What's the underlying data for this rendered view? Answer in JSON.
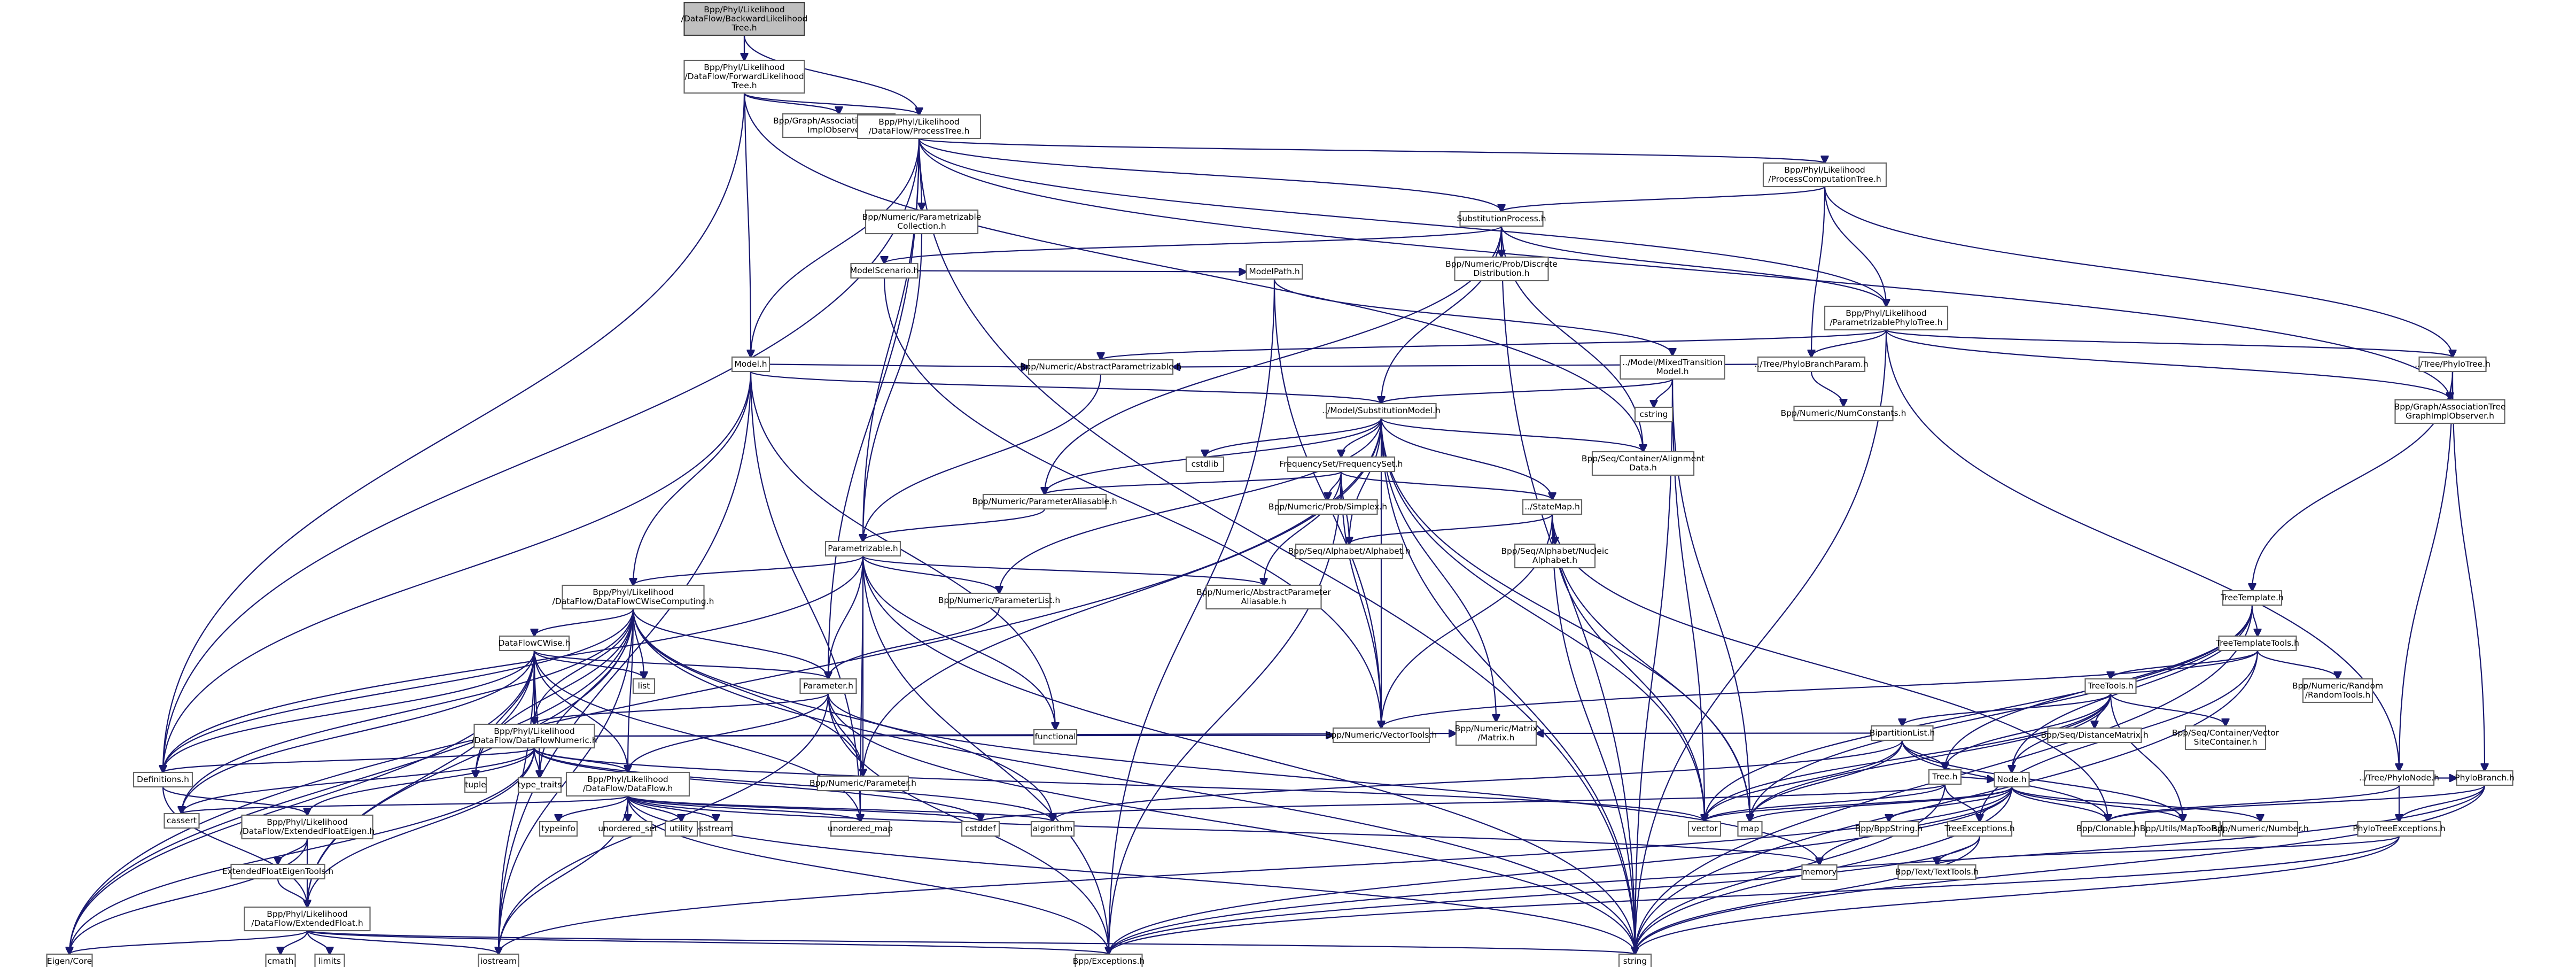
{
  "diagram": {
    "colors": {
      "edge": "#191970",
      "node_border": "#666666",
      "node_fill": "#ffffff",
      "root_fill": "#bfbfbf"
    },
    "nodes": [
      {
        "id": "n00",
        "lines": [
          "Bpp/Phyl/Likelihood",
          "/DataFlow/BackwardLikelihood",
          "Tree.h"
        ],
        "root": true
      },
      {
        "id": "n01",
        "lines": [
          "Bpp/Phyl/Likelihood",
          "/DataFlow/ForwardLikelihood",
          "Tree.h"
        ]
      },
      {
        "id": "n02",
        "lines": [
          "Bpp/Graph/AssociationDAGraph",
          "ImplObserver.h"
        ]
      },
      {
        "id": "n03",
        "lines": [
          "Bpp/Phyl/Likelihood",
          "/DataFlow/ProcessTree.h"
        ]
      },
      {
        "id": "n04",
        "lines": [
          "Bpp/Phyl/Likelihood",
          "/ProcessComputationTree.h"
        ]
      },
      {
        "id": "n05",
        "lines": [
          "Bpp/Numeric/Parametrizable",
          "Collection.h"
        ]
      },
      {
        "id": "n06",
        "lines": [
          "SubstitutionProcess.h"
        ]
      },
      {
        "id": "n07",
        "lines": [
          "ModelScenario.h"
        ]
      },
      {
        "id": "n08",
        "lines": [
          "Bpp/Numeric/Prob/Discrete",
          "Distribution.h"
        ]
      },
      {
        "id": "n09",
        "lines": [
          "ModelPath.h"
        ]
      },
      {
        "id": "n10",
        "lines": [
          "Bpp/Phyl/Likelihood",
          "/ParametrizablePhyloTree.h"
        ]
      },
      {
        "id": "n11",
        "lines": [
          "Model.h"
        ]
      },
      {
        "id": "n12",
        "lines": [
          "../Model/MixedTransition",
          "Model.h"
        ]
      },
      {
        "id": "n13",
        "lines": [
          "../Tree/PhyloBranchParam.h"
        ]
      },
      {
        "id": "n14",
        "lines": [
          "../Tree/PhyloTree.h"
        ]
      },
      {
        "id": "n15",
        "lines": [
          "Bpp/Numeric/AbstractParametrizable.h"
        ]
      },
      {
        "id": "n16",
        "lines": [
          "../Model/SubstitutionModel.h"
        ]
      },
      {
        "id": "n17",
        "lines": [
          "cstring"
        ]
      },
      {
        "id": "n18",
        "lines": [
          "Bpp/Numeric/NumConstants.h"
        ]
      },
      {
        "id": "n19",
        "lines": [
          "Bpp/Graph/AssociationTree",
          "GraphImplObserver.h"
        ]
      },
      {
        "id": "n20",
        "lines": [
          "cstdlib"
        ]
      },
      {
        "id": "n21",
        "lines": [
          "FrequencySet/FrequencySet.h"
        ]
      },
      {
        "id": "n22",
        "lines": [
          "Bpp/Seq/Container/Alignment",
          "Data.h"
        ]
      },
      {
        "id": "n23",
        "lines": [
          "Bpp/Numeric/ParameterAliasable.h"
        ]
      },
      {
        "id": "n24",
        "lines": [
          "Bpp/Numeric/Prob/Simplex.h"
        ]
      },
      {
        "id": "n25",
        "lines": [
          "../StateMap.h"
        ]
      },
      {
        "id": "n26",
        "lines": [
          "Parametrizable.h"
        ]
      },
      {
        "id": "n27",
        "lines": [
          "Bpp/Seq/Alphabet/Alphabet.h"
        ]
      },
      {
        "id": "n28",
        "lines": [
          "Bpp/Seq/Alphabet/Nucleic",
          "Alphabet.h"
        ]
      },
      {
        "id": "n29",
        "lines": [
          "Bpp/Phyl/Likelihood",
          "/DataFlow/DataFlowCWiseComputing.h"
        ]
      },
      {
        "id": "n30",
        "lines": [
          "Bpp/Numeric/ParameterList.h"
        ]
      },
      {
        "id": "n31",
        "lines": [
          "Bpp/Numeric/AbstractParameter",
          "Aliasable.h"
        ]
      },
      {
        "id": "n32",
        "lines": [
          "TreeTemplate.h"
        ]
      },
      {
        "id": "n33",
        "lines": [
          "DataFlowCWise.h"
        ]
      },
      {
        "id": "n34",
        "lines": [
          "TreeTemplateTools.h"
        ]
      },
      {
        "id": "n35",
        "lines": [
          "list"
        ]
      },
      {
        "id": "n36",
        "lines": [
          "Parameter.h"
        ]
      },
      {
        "id": "n37",
        "lines": [
          "Bpp/Numeric/Random",
          "/RandomTools.h"
        ]
      },
      {
        "id": "n38",
        "lines": [
          "functional"
        ]
      },
      {
        "id": "n39",
        "lines": [
          "TreeTools.h"
        ]
      },
      {
        "id": "n40",
        "lines": [
          "BipartitionList.h"
        ]
      },
      {
        "id": "n41",
        "lines": [
          "Bpp/Seq/DistanceMatrix.h"
        ]
      },
      {
        "id": "n42",
        "lines": [
          "Bpp/Seq/Container/Vector",
          "SiteContainer.h"
        ]
      },
      {
        "id": "n43",
        "lines": [
          "Bpp/Phyl/Likelihood",
          "/DataFlow/DataFlowNumeric.h"
        ]
      },
      {
        "id": "n44",
        "lines": [
          "Bpp/Numeric/VectorTools.h"
        ]
      },
      {
        "id": "n45",
        "lines": [
          "Bpp/Numeric/Matrix",
          "/Matrix.h"
        ]
      },
      {
        "id": "n46",
        "lines": [
          "Tree.h"
        ]
      },
      {
        "id": "n47",
        "lines": [
          "../Tree/PhyloNode.h"
        ]
      },
      {
        "id": "n48",
        "lines": [
          "PhyloBranch.h"
        ]
      },
      {
        "id": "n49",
        "lines": [
          "Definitions.h"
        ]
      },
      {
        "id": "n50",
        "lines": [
          "Bpp/Numeric/Parameter.h"
        ]
      },
      {
        "id": "n51",
        "lines": [
          "Bpp/Phyl/Likelihood",
          "/DataFlow/DataFlow.h"
        ]
      },
      {
        "id": "n52",
        "lines": [
          "Node.h"
        ]
      },
      {
        "id": "n53",
        "lines": [
          "tuple"
        ]
      },
      {
        "id": "n54",
        "lines": [
          "type_traits"
        ]
      },
      {
        "id": "n55",
        "lines": [
          "cassert"
        ]
      },
      {
        "id": "n56",
        "lines": [
          "Bpp/Phyl/Likelihood",
          "/DataFlow/ExtendedFloatEigen.h"
        ]
      },
      {
        "id": "n57",
        "lines": [
          "typeinfo"
        ]
      },
      {
        "id": "n58",
        "lines": [
          "unordered_set"
        ]
      },
      {
        "id": "n59",
        "lines": [
          "utility"
        ]
      },
      {
        "id": "n60",
        "lines": [
          "sstream"
        ]
      },
      {
        "id": "n61",
        "lines": [
          "unordered_map"
        ]
      },
      {
        "id": "n62",
        "lines": [
          "cstddef"
        ]
      },
      {
        "id": "n63",
        "lines": [
          "algorithm"
        ]
      },
      {
        "id": "n64",
        "lines": [
          "vector"
        ]
      },
      {
        "id": "n65",
        "lines": [
          "map"
        ]
      },
      {
        "id": "n66",
        "lines": [
          "Bpp/BppString.h"
        ]
      },
      {
        "id": "n67",
        "lines": [
          "TreeExceptions.h"
        ]
      },
      {
        "id": "n68",
        "lines": [
          "Bpp/Clonable.h"
        ]
      },
      {
        "id": "n69",
        "lines": [
          "Bpp/Utils/MapTools.h"
        ]
      },
      {
        "id": "n70",
        "lines": [
          "Bpp/Numeric/Number.h"
        ]
      },
      {
        "id": "n71",
        "lines": [
          "PhyloTreeExceptions.h"
        ]
      },
      {
        "id": "n72",
        "lines": [
          "ExtendedFloatEigenTools.h"
        ]
      },
      {
        "id": "n73",
        "lines": [
          "memory"
        ]
      },
      {
        "id": "n74",
        "lines": [
          "Bpp/Text/TextTools.h"
        ]
      },
      {
        "id": "n75",
        "lines": [
          "Bpp/Phyl/Likelihood",
          "/DataFlow/ExtendedFloat.h"
        ]
      },
      {
        "id": "n76",
        "lines": [
          "cmath"
        ]
      },
      {
        "id": "n77",
        "lines": [
          "limits"
        ]
      },
      {
        "id": "n78",
        "lines": [
          "Eigen/Core"
        ]
      },
      {
        "id": "n79",
        "lines": [
          "iostream"
        ]
      },
      {
        "id": "n80",
        "lines": [
          "Bpp/Exceptions.h"
        ]
      },
      {
        "id": "n81",
        "lines": [
          "string"
        ]
      }
    ],
    "edges": [
      [
        "n00",
        "n01"
      ],
      [
        "n00",
        "n03"
      ],
      [
        "n00",
        "n11"
      ],
      [
        "n01",
        "n02"
      ],
      [
        "n01",
        "n03"
      ],
      [
        "n01",
        "n22"
      ],
      [
        "n01",
        "n49"
      ],
      [
        "n03",
        "n04"
      ],
      [
        "n03",
        "n05"
      ],
      [
        "n03",
        "n06"
      ],
      [
        "n03",
        "n10"
      ],
      [
        "n03",
        "n11"
      ],
      [
        "n03",
        "n19"
      ],
      [
        "n03",
        "n26"
      ],
      [
        "n03",
        "n36"
      ],
      [
        "n03",
        "n49"
      ],
      [
        "n03",
        "n81"
      ],
      [
        "n04",
        "n06"
      ],
      [
        "n04",
        "n10"
      ],
      [
        "n04",
        "n13"
      ],
      [
        "n04",
        "n14"
      ],
      [
        "n05",
        "n26"
      ],
      [
        "n06",
        "n07"
      ],
      [
        "n06",
        "n08"
      ],
      [
        "n06",
        "n10"
      ],
      [
        "n06",
        "n16"
      ],
      [
        "n06",
        "n22"
      ],
      [
        "n06",
        "n23"
      ],
      [
        "n06",
        "n81"
      ],
      [
        "n07",
        "n09"
      ],
      [
        "n07",
        "n44"
      ],
      [
        "n09",
        "n12"
      ],
      [
        "n09",
        "n44"
      ],
      [
        "n09",
        "n80"
      ],
      [
        "n10",
        "n13"
      ],
      [
        "n10",
        "n14"
      ],
      [
        "n10",
        "n15"
      ],
      [
        "n10",
        "n19"
      ],
      [
        "n10",
        "n47"
      ],
      [
        "n10",
        "n81"
      ],
      [
        "n11",
        "n15"
      ],
      [
        "n11",
        "n16"
      ],
      [
        "n11",
        "n29"
      ],
      [
        "n11",
        "n38"
      ],
      [
        "n11",
        "n49"
      ],
      [
        "n11",
        "n61"
      ],
      [
        "n11",
        "n79"
      ],
      [
        "n12",
        "n16"
      ],
      [
        "n12",
        "n17"
      ],
      [
        "n12",
        "n64"
      ],
      [
        "n12",
        "n65"
      ],
      [
        "n12",
        "n81"
      ],
      [
        "n13",
        "n15"
      ],
      [
        "n13",
        "n18"
      ],
      [
        "n14",
        "n19"
      ],
      [
        "n14",
        "n32"
      ],
      [
        "n14",
        "n47"
      ],
      [
        "n14",
        "n48"
      ],
      [
        "n15",
        "n26"
      ],
      [
        "n16",
        "n20"
      ],
      [
        "n16",
        "n21"
      ],
      [
        "n16",
        "n22"
      ],
      [
        "n16",
        "n23"
      ],
      [
        "n16",
        "n25"
      ],
      [
        "n16",
        "n27"
      ],
      [
        "n16",
        "n30"
      ],
      [
        "n16",
        "n44"
      ],
      [
        "n16",
        "n45"
      ],
      [
        "n16",
        "n50"
      ],
      [
        "n16",
        "n64"
      ],
      [
        "n16",
        "n65"
      ],
      [
        "n16",
        "n78"
      ],
      [
        "n16",
        "n81"
      ],
      [
        "n21",
        "n23"
      ],
      [
        "n21",
        "n24"
      ],
      [
        "n21",
        "n25"
      ],
      [
        "n21",
        "n27"
      ],
      [
        "n21",
        "n31"
      ],
      [
        "n21",
        "n44"
      ],
      [
        "n21",
        "n80"
      ],
      [
        "n23",
        "n26"
      ],
      [
        "n25",
        "n27"
      ],
      [
        "n25",
        "n28"
      ],
      [
        "n25",
        "n44"
      ],
      [
        "n25",
        "n64"
      ],
      [
        "n25",
        "n65"
      ],
      [
        "n25",
        "n81"
      ],
      [
        "n25",
        "n68"
      ],
      [
        "n26",
        "n29"
      ],
      [
        "n26",
        "n30"
      ],
      [
        "n26",
        "n31"
      ],
      [
        "n26",
        "n36"
      ],
      [
        "n26",
        "n38"
      ],
      [
        "n26",
        "n49"
      ],
      [
        "n26",
        "n61"
      ],
      [
        "n26",
        "n80"
      ],
      [
        "n26",
        "n50"
      ],
      [
        "n26",
        "n81"
      ],
      [
        "n29",
        "n33"
      ],
      [
        "n29",
        "n35"
      ],
      [
        "n29",
        "n36"
      ],
      [
        "n29",
        "n43"
      ],
      [
        "n29",
        "n49"
      ],
      [
        "n29",
        "n50"
      ],
      [
        "n29",
        "n51"
      ],
      [
        "n29",
        "n53"
      ],
      [
        "n29",
        "n54"
      ],
      [
        "n29",
        "n55"
      ],
      [
        "n29",
        "n63"
      ],
      [
        "n29",
        "n75"
      ],
      [
        "n29",
        "n78"
      ],
      [
        "n29",
        "n79"
      ],
      [
        "n29",
        "n81"
      ],
      [
        "n30",
        "n36"
      ],
      [
        "n32",
        "n34"
      ],
      [
        "n32",
        "n46"
      ],
      [
        "n32",
        "n52"
      ],
      [
        "n32",
        "n64"
      ],
      [
        "n32",
        "n65"
      ],
      [
        "n32",
        "n81"
      ],
      [
        "n33",
        "n35"
      ],
      [
        "n33",
        "n36"
      ],
      [
        "n33",
        "n43"
      ],
      [
        "n33",
        "n49"
      ],
      [
        "n33",
        "n51"
      ],
      [
        "n33",
        "n53"
      ],
      [
        "n33",
        "n54"
      ],
      [
        "n33",
        "n55"
      ],
      [
        "n33",
        "n61"
      ],
      [
        "n33",
        "n75"
      ],
      [
        "n33",
        "n78"
      ],
      [
        "n33",
        "n79"
      ],
      [
        "n34",
        "n37"
      ],
      [
        "n34",
        "n39"
      ],
      [
        "n34",
        "n44"
      ],
      [
        "n34",
        "n81"
      ],
      [
        "n34",
        "n67"
      ],
      [
        "n36",
        "n43"
      ],
      [
        "n36",
        "n50"
      ],
      [
        "n36",
        "n51"
      ],
      [
        "n36",
        "n73"
      ],
      [
        "n36",
        "n79"
      ],
      [
        "n36",
        "n80"
      ],
      [
        "n36",
        "n81"
      ],
      [
        "n39",
        "n40"
      ],
      [
        "n39",
        "n41"
      ],
      [
        "n39",
        "n42"
      ],
      [
        "n39",
        "n46"
      ],
      [
        "n39",
        "n52"
      ],
      [
        "n39",
        "n64"
      ],
      [
        "n39",
        "n65"
      ],
      [
        "n39",
        "n69"
      ],
      [
        "n40",
        "n45"
      ],
      [
        "n40",
        "n46"
      ],
      [
        "n40",
        "n63"
      ],
      [
        "n40",
        "n64"
      ],
      [
        "n40",
        "n65"
      ],
      [
        "n40",
        "n68"
      ],
      [
        "n40",
        "n69"
      ],
      [
        "n43",
        "n44"
      ],
      [
        "n43",
        "n45"
      ],
      [
        "n43",
        "n49"
      ],
      [
        "n43",
        "n51"
      ],
      [
        "n43",
        "n54"
      ],
      [
        "n43",
        "n55"
      ],
      [
        "n43",
        "n56"
      ],
      [
        "n43",
        "n62"
      ],
      [
        "n43",
        "n63"
      ],
      [
        "n43",
        "n64"
      ],
      [
        "n43",
        "n75"
      ],
      [
        "n43",
        "n78"
      ],
      [
        "n46",
        "n52"
      ],
      [
        "n46",
        "n62"
      ],
      [
        "n46",
        "n64"
      ],
      [
        "n46",
        "n67"
      ],
      [
        "n46",
        "n81"
      ],
      [
        "n47",
        "n48"
      ],
      [
        "n47",
        "n68"
      ],
      [
        "n47",
        "n71"
      ],
      [
        "n48",
        "n68"
      ],
      [
        "n48",
        "n71"
      ],
      [
        "n48",
        "n80"
      ],
      [
        "n48",
        "n81"
      ],
      [
        "n49",
        "n56"
      ],
      [
        "n49",
        "n75"
      ],
      [
        "n51",
        "n55"
      ],
      [
        "n51",
        "n57"
      ],
      [
        "n51",
        "n58"
      ],
      [
        "n51",
        "n59"
      ],
      [
        "n51",
        "n60"
      ],
      [
        "n51",
        "n61"
      ],
      [
        "n51",
        "n62"
      ],
      [
        "n51",
        "n63"
      ],
      [
        "n51",
        "n73"
      ],
      [
        "n51",
        "n79"
      ],
      [
        "n51",
        "n80"
      ],
      [
        "n51",
        "n81"
      ],
      [
        "n52",
        "n64"
      ],
      [
        "n52",
        "n65"
      ],
      [
        "n52",
        "n66"
      ],
      [
        "n52",
        "n67"
      ],
      [
        "n52",
        "n68"
      ],
      [
        "n52",
        "n69"
      ],
      [
        "n52",
        "n70"
      ],
      [
        "n52",
        "n73"
      ],
      [
        "n52",
        "n79"
      ],
      [
        "n52",
        "n80"
      ],
      [
        "n52",
        "n81"
      ],
      [
        "n56",
        "n72"
      ],
      [
        "n56",
        "n75"
      ],
      [
        "n56",
        "n78"
      ],
      [
        "n67",
        "n74"
      ],
      [
        "n67",
        "n80"
      ],
      [
        "n67",
        "n81"
      ],
      [
        "n71",
        "n74"
      ],
      [
        "n71",
        "n80"
      ],
      [
        "n71",
        "n81"
      ],
      [
        "n72",
        "n75"
      ],
      [
        "n75",
        "n76"
      ],
      [
        "n75",
        "n77"
      ],
      [
        "n75",
        "n78"
      ],
      [
        "n75",
        "n79"
      ],
      [
        "n75",
        "n80"
      ],
      [
        "n75",
        "n81"
      ]
    ]
  }
}
